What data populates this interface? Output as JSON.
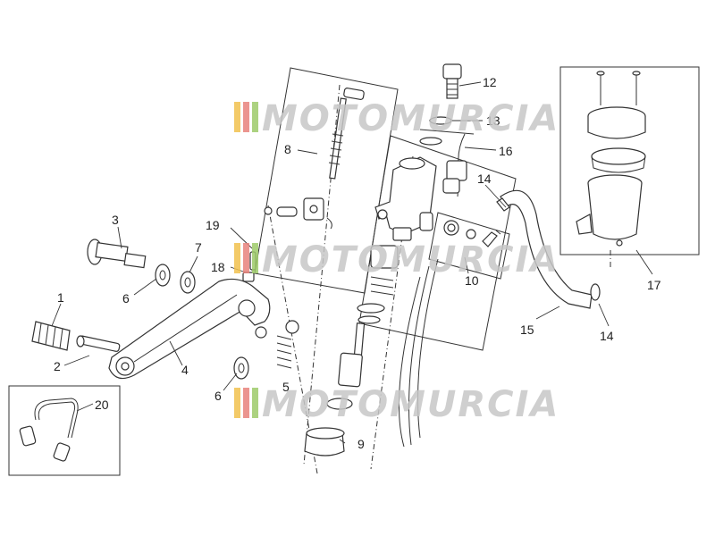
{
  "diagram": {
    "callouts": [
      {
        "id": "c1",
        "label": "1"
      },
      {
        "id": "c2",
        "label": "2"
      },
      {
        "id": "c3",
        "label": "3"
      },
      {
        "id": "c4",
        "label": "4"
      },
      {
        "id": "c5",
        "label": "5"
      },
      {
        "id": "c6a",
        "label": "6"
      },
      {
        "id": "c6b",
        "label": "6"
      },
      {
        "id": "c7",
        "label": "7"
      },
      {
        "id": "c8",
        "label": "8"
      },
      {
        "id": "c9",
        "label": "9"
      },
      {
        "id": "c10",
        "label": "10"
      },
      {
        "id": "c12",
        "label": "12"
      },
      {
        "id": "c13",
        "label": "13"
      },
      {
        "id": "c14a",
        "label": "14"
      },
      {
        "id": "c14b",
        "label": "14"
      },
      {
        "id": "c15",
        "label": "15"
      },
      {
        "id": "c16",
        "label": "16"
      },
      {
        "id": "c17",
        "label": "17"
      },
      {
        "id": "c18",
        "label": "18"
      },
      {
        "id": "c19",
        "label": "19"
      },
      {
        "id": "c20",
        "label": "20"
      }
    ]
  },
  "watermark": {
    "text": "MOTOMURCIA",
    "stripe_colors": [
      "#f2c14e",
      "#e8837c",
      "#9ecb6a"
    ],
    "text_color": "#c7c7c7"
  }
}
